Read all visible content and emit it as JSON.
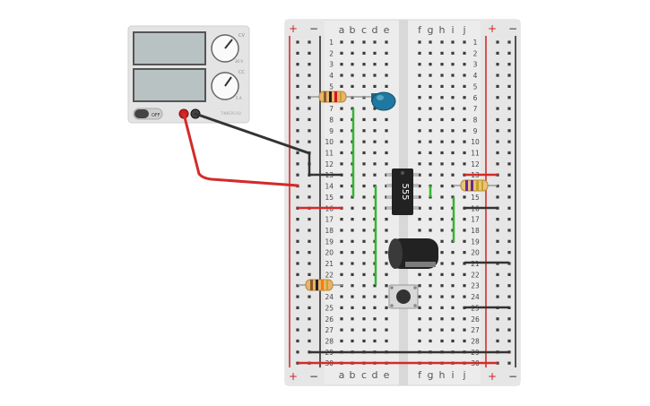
{
  "power_supply": {
    "off_label": "OFF",
    "top_knob_caption": "CV",
    "bottom_knob_caption": "CC",
    "top_knob_max": "30 V",
    "bottom_knob_max": "5 A",
    "brand_text": "TINKERCAD"
  },
  "breadboard": {
    "column_letters_left": [
      "a",
      "b",
      "c",
      "d",
      "e"
    ],
    "column_letters_right": [
      "f",
      "g",
      "h",
      "i",
      "j"
    ],
    "row_count": 30,
    "rail_plus": "+",
    "rail_minus": "−"
  },
  "components": {
    "ic_label": "555"
  },
  "colors": {
    "plus_rail": "#d42020",
    "minus_rail": "#222222",
    "red_wire": "#d42a2a",
    "black_wire": "#333333",
    "green_jumper": "#35b535",
    "breadboard": "#ececec",
    "hole": "#3a3a3a"
  }
}
